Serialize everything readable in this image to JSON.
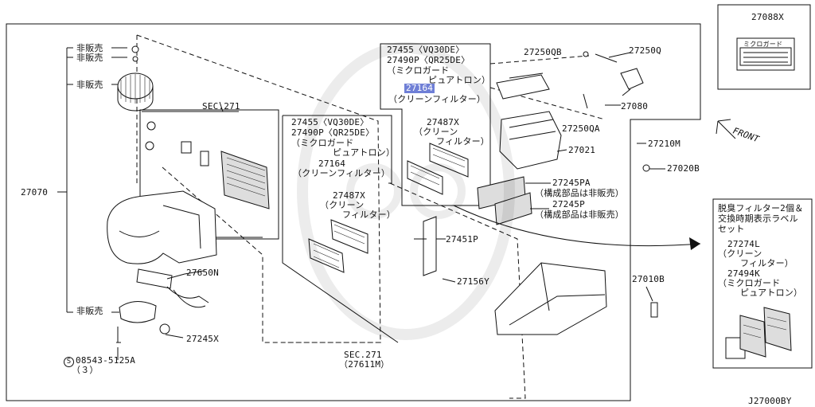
{
  "main_frame": {
    "left_labels": {
      "non_sale_1": "非販売",
      "non_sale_2": "非販売",
      "non_sale_3": "非販売",
      "non_sale_4": "非販売",
      "p27070": "27070",
      "p27650n": "27650N",
      "p27245x": "27245X",
      "screw": "08543-5125A",
      "screw_qty": "（３）",
      "screw_symbol": "S"
    },
    "sec271_top": "SEC.271",
    "sec271_bottom": "SEC.271",
    "sec271_bottom_sub": "（27611M）",
    "filter_box_mid": {
      "l1": "27455〈VQ30DE〉",
      "l2": "27490P〈QR25DE〉",
      "l3": "（ミクロガード",
      "l4": "ピュアトロン）",
      "l5": "27164",
      "l6": "（クリーンフィルター）",
      "l7": "27487X",
      "l8": "（クリーン",
      "l9": "フィルター）"
    },
    "filter_box_top": {
      "l1": "27455〈VQ30DE〉",
      "l2": "27490P〈QR25DE〉",
      "l3": "（ミクロガード",
      "l4": "ピュアトロン）",
      "l5": "27164",
      "l6": "（クリーンフィルター）",
      "l7": "27487X",
      "l8": "（クリーン",
      "l9": "フィルター）"
    },
    "right_labels": {
      "p27250qb": "27250QB",
      "p27250q": "27250Q",
      "p27080": "27080",
      "p27250qa": "27250QA",
      "p27021": "27021",
      "p27210m": "27210M",
      "p27020b": "27020B",
      "p27245pa": "27245PA",
      "p27245pa_note": "（構成部品は非販売）",
      "p27245p": "27245P",
      "p27245p_note": "（構成部品は非販売）",
      "p27451p": "27451P",
      "p27156y": "27156Y",
      "p27010b": "27010B"
    }
  },
  "label_box": {
    "part": "27088X",
    "label_text": "ミクロガード"
  },
  "front_marker": "FRONT",
  "kit_box": {
    "l1": "脱臭フィルター2個＆",
    "l2": "交換時期表示ラベル",
    "l3": "セット",
    "l4": "27274L",
    "l5": "（クリーン",
    "l6": "フィルター）",
    "l7": "27494K",
    "l8": "（ミクロガード",
    "l9": "ピュアトロン）"
  },
  "diagram_code": "J27000BY"
}
